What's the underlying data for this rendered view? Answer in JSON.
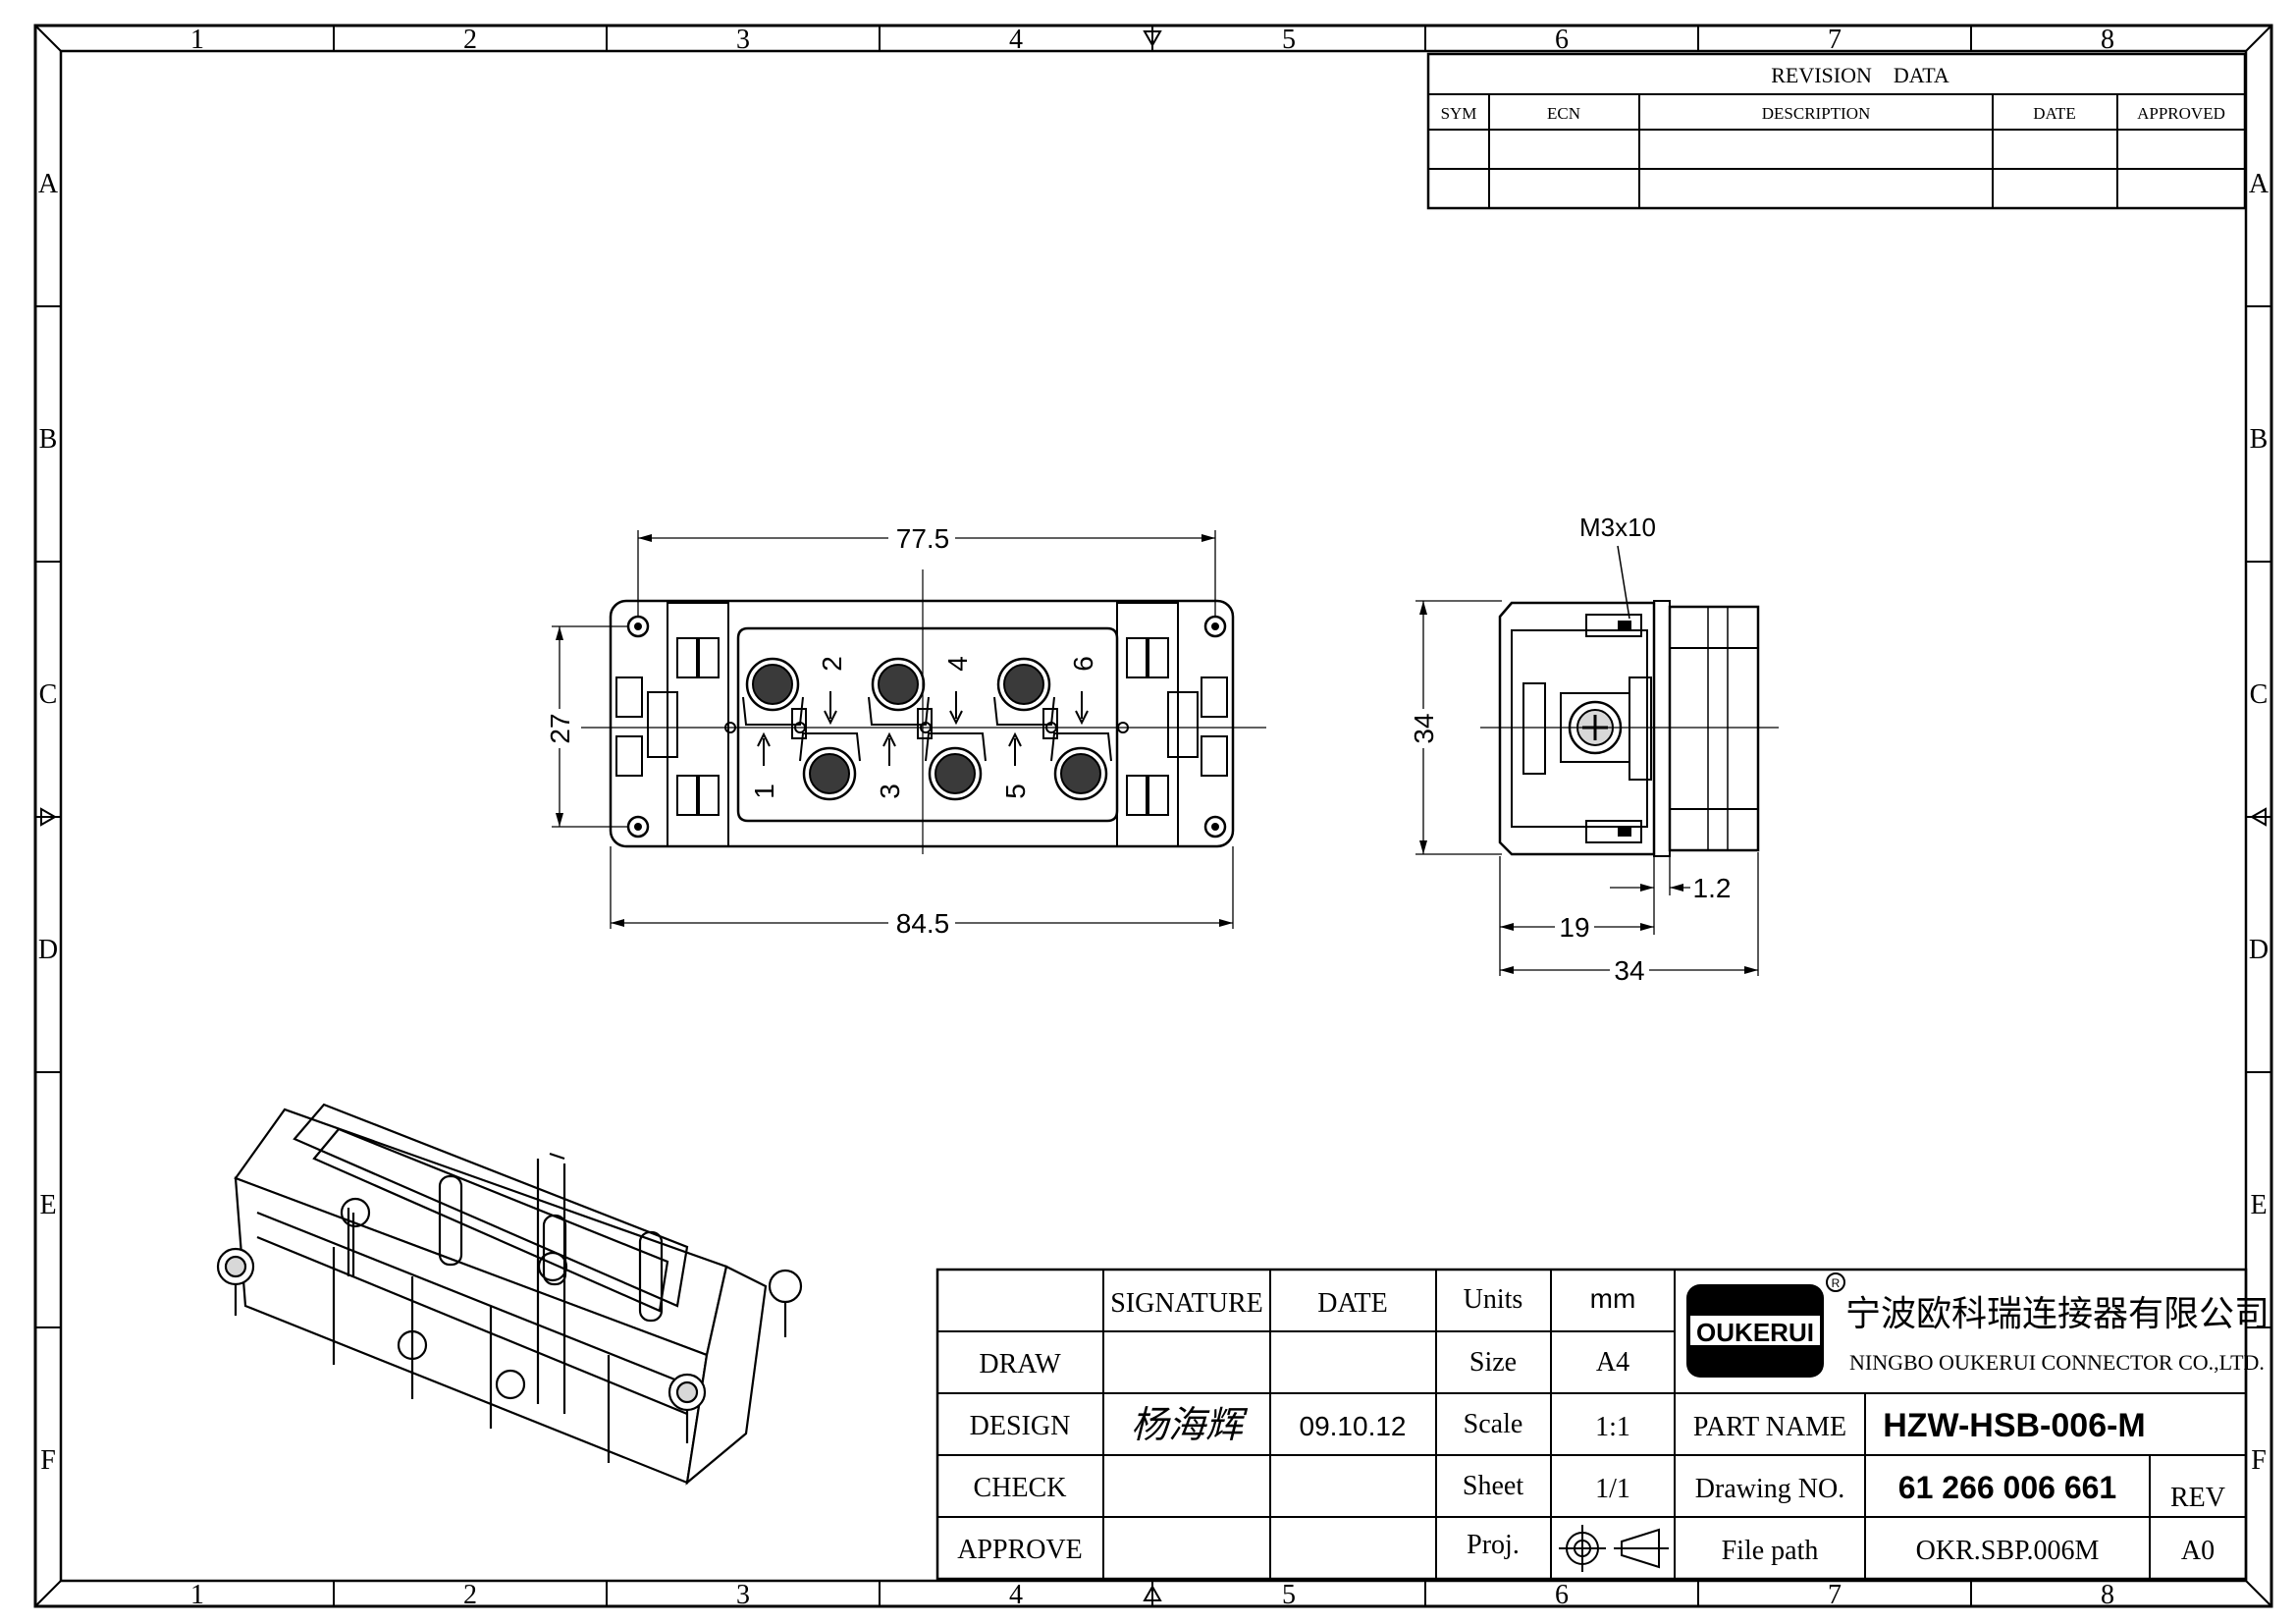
{
  "zone_columns": [
    "1",
    "2",
    "3",
    "4",
    "5",
    "6",
    "7",
    "8"
  ],
  "zone_rows": [
    "A",
    "B",
    "C",
    "D",
    "E",
    "F"
  ],
  "revision": {
    "title": "REVISION    DATA",
    "headers": [
      "SYM",
      "ECN",
      "DESCRIPTION",
      "DATE",
      "APPROVED"
    ]
  },
  "front_view": {
    "dim_width_top": "77.5",
    "dim_width_bottom": "84.5",
    "dim_height": "27",
    "contacts": [
      "1",
      "2",
      "3",
      "4",
      "5",
      "6"
    ]
  },
  "side_view": {
    "screw_label": "M3x10",
    "dim_height": "34",
    "dim_offset": "1.2",
    "dim_depth": "19",
    "dim_total": "34"
  },
  "title_block": {
    "col_headers": {
      "signature": "SIGNATURE",
      "date": "DATE",
      "units": "Units",
      "units_value": "mm"
    },
    "roles": [
      "DRAW",
      "DESIGN",
      "CHECK",
      "APPROVE"
    ],
    "design_signature": "杨海辉",
    "design_date": "09.10.12",
    "size_label": "Size",
    "size_value": "A4",
    "scale_label": "Scale",
    "scale_value": "1:1",
    "sheet_label": "Sheet",
    "sheet_value": "1/1",
    "proj_label": "Proj.",
    "company_logo_text": "OUKERUI",
    "company_cn": "宁波欧科瑞连接器有限公司",
    "company_en": "NINGBO OUKERUI CONNECTOR CO.,LTD.",
    "part_name_label": "PART NAME",
    "part_name": "HZW-HSB-006-M",
    "drawing_no_label": "Drawing NO.",
    "drawing_no": "61 266 006 661",
    "rev_label": "REV",
    "file_path_label": "File path",
    "file_path": "OKR.SBP.006M",
    "rev_value": "A0"
  }
}
